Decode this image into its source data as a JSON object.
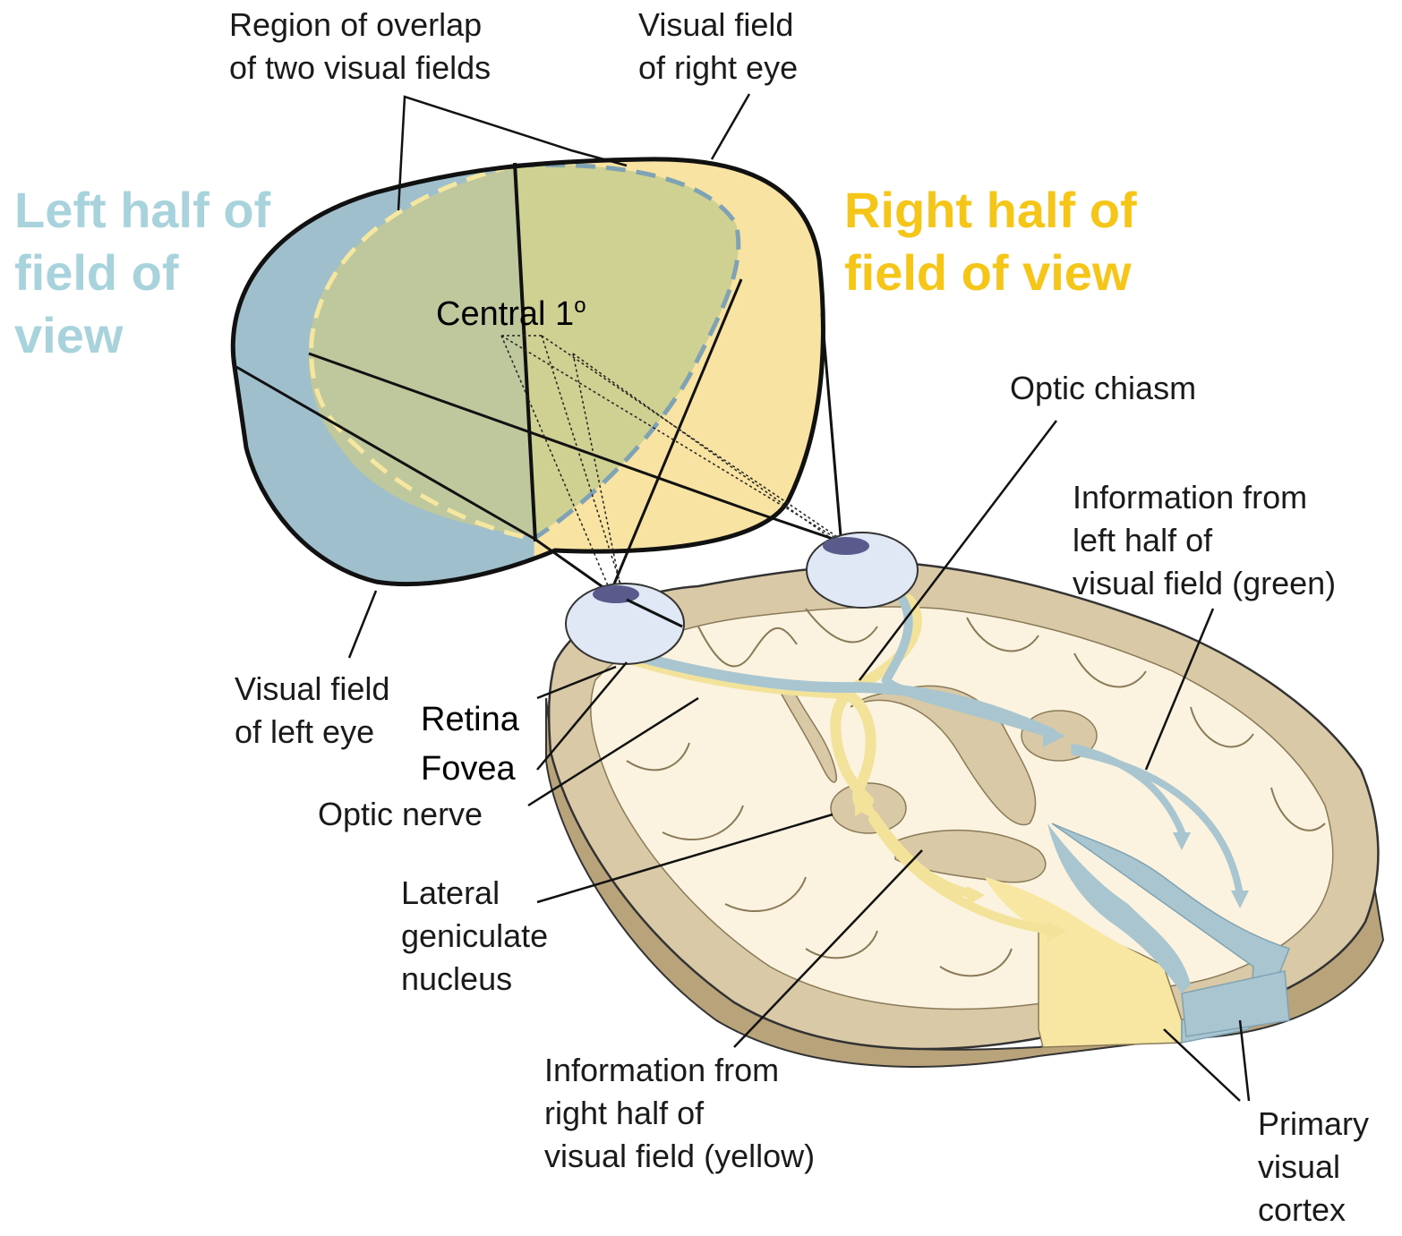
{
  "colors": {
    "left_half": "#a8d3dc",
    "right_half": "#f5c518",
    "left_field_fill": "#9fbfcc",
    "right_field_fill": "#f8e3a3",
    "overlap_fill": "#bfc79c",
    "brain_tan": "#d9c9a6",
    "brain_cream": "#fbf3df"
  },
  "headings": {
    "left": [
      "Left half of",
      "field of",
      "view"
    ],
    "right": [
      "Right half of",
      "field of view"
    ]
  },
  "labels": {
    "overlap": [
      "Region of overlap",
      "of two visual fields"
    ],
    "right_eye_field": [
      "Visual field",
      "of right eye"
    ],
    "central": "Central 1",
    "central_sup": "o",
    "optic_chiasm": "Optic chiasm",
    "info_left": [
      "Information from",
      "left half of",
      "visual field (green)"
    ],
    "left_eye_field": [
      "Visual field",
      "of left eye"
    ],
    "retina": "Retina",
    "fovea": "Fovea",
    "optic_nerve": "Optic nerve",
    "lgn": [
      "Lateral",
      "geniculate",
      "nucleus"
    ],
    "info_right": [
      "Information from",
      "right half of",
      "visual field (yellow)"
    ],
    "primary_cortex": [
      "Primary",
      "visual",
      "cortex"
    ]
  }
}
